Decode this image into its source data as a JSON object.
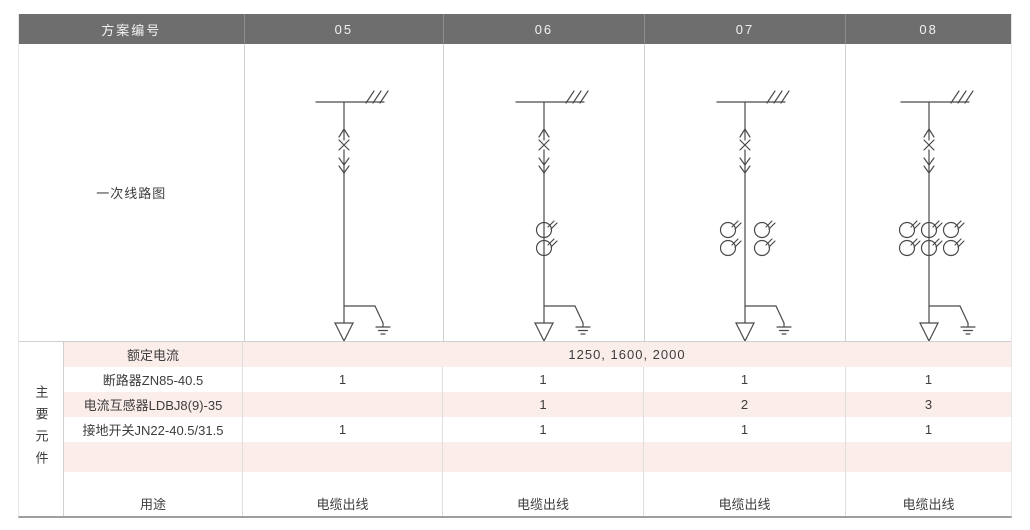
{
  "colors": {
    "header_bg": "#6e6e6e",
    "header_text": "#f2f2f2",
    "row_pink": "#fbedea",
    "border": "#cfcfcf",
    "text": "#3d3d3d",
    "line": "#4a4a4a"
  },
  "header": {
    "label": "方案编号",
    "schemes": [
      "05",
      "06",
      "07",
      "08"
    ]
  },
  "diagram_row": {
    "label": "一次线路图",
    "schemes": [
      {
        "id": "05",
        "ct_count": 0
      },
      {
        "id": "06",
        "ct_count": 1
      },
      {
        "id": "07",
        "ct_count": 2
      },
      {
        "id": "08",
        "ct_count": 3
      }
    ]
  },
  "components": {
    "group_label": "主要元件",
    "rows": [
      {
        "label": "额定电流",
        "span_value": "1250, 1600, 2000"
      },
      {
        "label": "断路器ZN85-40.5",
        "values": [
          "1",
          "1",
          "1",
          "1"
        ]
      },
      {
        "label": "电流互感器LDBJ8(9)-35",
        "values": [
          "",
          "1",
          "2",
          "3"
        ]
      },
      {
        "label": "接地开关JN22-40.5/31.5",
        "values": [
          "1",
          "1",
          "1",
          "1"
        ]
      },
      {
        "label": "",
        "values": [
          "",
          "",
          "",
          ""
        ]
      },
      {
        "label": "",
        "values": [
          "",
          "",
          "",
          ""
        ]
      },
      {
        "label": "用途",
        "values": [
          "电缆出线",
          "电缆出线",
          "电缆出线",
          "电缆出线"
        ]
      }
    ]
  }
}
